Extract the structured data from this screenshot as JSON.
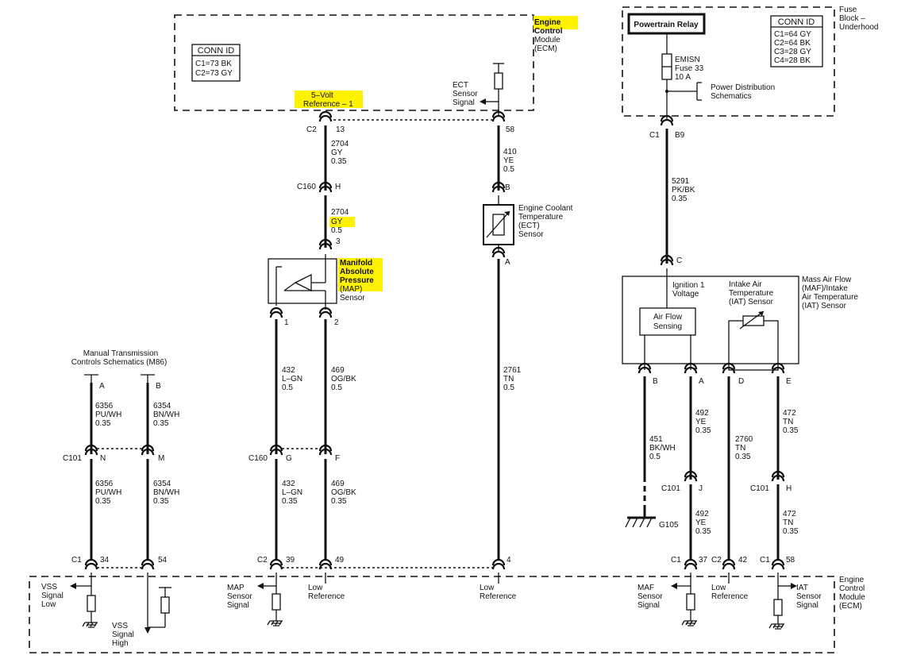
{
  "ecm_top": {
    "title": [
      "Engine",
      "Control",
      "Module",
      "(ECM)"
    ],
    "conn_id": {
      "header": "CONN ID",
      "rows": [
        "C1=73 BK",
        "C2=73 GY"
      ]
    },
    "ref_label": [
      "5–Volt",
      "Reference – 1"
    ],
    "ect_signal": [
      "ECT",
      "Sensor",
      "Signal"
    ]
  },
  "fuse_block": {
    "title": [
      "Fuse",
      "Block –",
      "Underhood"
    ],
    "relay": "Powertrain Relay",
    "fuse": [
      "EMISN",
      "Fuse 33",
      "10 A"
    ],
    "pwr_dist": [
      "Power Distribution",
      "Schematics"
    ],
    "conn_id": {
      "header": "CONN ID",
      "rows": [
        "C1=64 GY",
        "C2=64 BK",
        "C3=28 GY",
        "C4=28 BK"
      ]
    }
  },
  "connectors": {
    "c2": "C2",
    "c2_13": "13",
    "c2_58": "58",
    "c160": "C160",
    "c160_h": "H",
    "map_3": "3",
    "map_1": "1",
    "map_2": "2",
    "ect_b": "B",
    "ect_a": "A",
    "c1_top": "C1",
    "b9": "B9",
    "maf_c": "C",
    "m86_a": "A",
    "m86_b": "B",
    "c101": "C101",
    "c101_n": "N",
    "c101_m": "M",
    "c160_g": "G",
    "c160_f": "F",
    "maf_b": "B",
    "maf_a": "A",
    "maf_d": "D",
    "maf_e": "E",
    "c101_j": "J",
    "c101_h": "H",
    "g105": "G105",
    "b_c1_a": "C1",
    "b_34": "34",
    "b_54": "54",
    "b_c2_a": "C2",
    "b_39": "39",
    "b_49": "49",
    "b_4": "4",
    "b_c1_b": "C1",
    "b_37": "37",
    "b_c2_b": "C2",
    "b_42": "42",
    "b_c1_c": "C1",
    "b_58": "58"
  },
  "wires": {
    "w2704a": [
      "2704",
      "GY",
      "0.35"
    ],
    "w2704b": [
      "2704",
      "GY",
      "0.5"
    ],
    "w410": [
      "410",
      "YE",
      "0.5"
    ],
    "w2761": [
      "2761",
      "TN",
      "0.5"
    ],
    "w5291": [
      "5291",
      "PK/BK",
      "0.35"
    ],
    "w432a": [
      "432",
      "L–GN",
      "0.5"
    ],
    "w469a": [
      "469",
      "OG/BK",
      "0.5"
    ],
    "w432b": [
      "432",
      "L–GN",
      "0.35"
    ],
    "w469b": [
      "469",
      "OG/BK",
      "0.35"
    ],
    "w6356a": [
      "6356",
      "PU/WH",
      "0.35"
    ],
    "w6354a": [
      "6354",
      "BN/WH",
      "0.35"
    ],
    "w6356b": [
      "6356",
      "PU/WH",
      "0.35"
    ],
    "w6354b": [
      "6354",
      "BN/WH",
      "0.35"
    ],
    "w451": [
      "451",
      "BK/WH",
      "0.5"
    ],
    "w492a": [
      "492",
      "YE",
      "0.35"
    ],
    "w2760": [
      "2760",
      "TN",
      "0.35"
    ],
    "w472a": [
      "472",
      "TN",
      "0.35"
    ],
    "w492b": [
      "492",
      "YE",
      "0.35"
    ],
    "w472b": [
      "472",
      "TN",
      "0.35"
    ]
  },
  "components": {
    "map": [
      "Manifold",
      "Absolute",
      "Pressure",
      "(MAP)",
      "Sensor"
    ],
    "ect": [
      "Engine Coolant",
      "Temperature",
      "(ECT)",
      "Sensor"
    ],
    "maf": [
      "Mass Air Flow",
      "(MAF)/Intake",
      "Air Temperature",
      "(IAT) Sensor"
    ],
    "ign": [
      "Ignition 1",
      "Voltage"
    ],
    "airflow": [
      "Air Flow",
      "Sensing"
    ],
    "iat": [
      "Intake Air",
      "Temperature",
      "(IAT) Sensor"
    ],
    "m86": [
      "Manual Transmission",
      "Controls Schematics (M86)"
    ]
  },
  "ecm_bottom": {
    "title": [
      "Engine",
      "Control",
      "Module",
      "(ECM)"
    ],
    "vss_low": [
      "VSS",
      "Signal",
      "Low"
    ],
    "vss_high": [
      "VSS",
      "Signal",
      "High"
    ],
    "map_signal": [
      "MAP",
      "Sensor",
      "Signal"
    ],
    "low_ref_a": [
      "Low",
      "Reference"
    ],
    "low_ref_b": [
      "Low",
      "Reference"
    ],
    "maf_signal": [
      "MAF",
      "Sensor",
      "Signal"
    ],
    "low_ref_c": [
      "Low",
      "Reference"
    ],
    "iat_signal": [
      "IAT",
      "Sensor",
      "Signal"
    ]
  },
  "colors": {
    "highlight": "#fff200",
    "ink": "#111111"
  }
}
